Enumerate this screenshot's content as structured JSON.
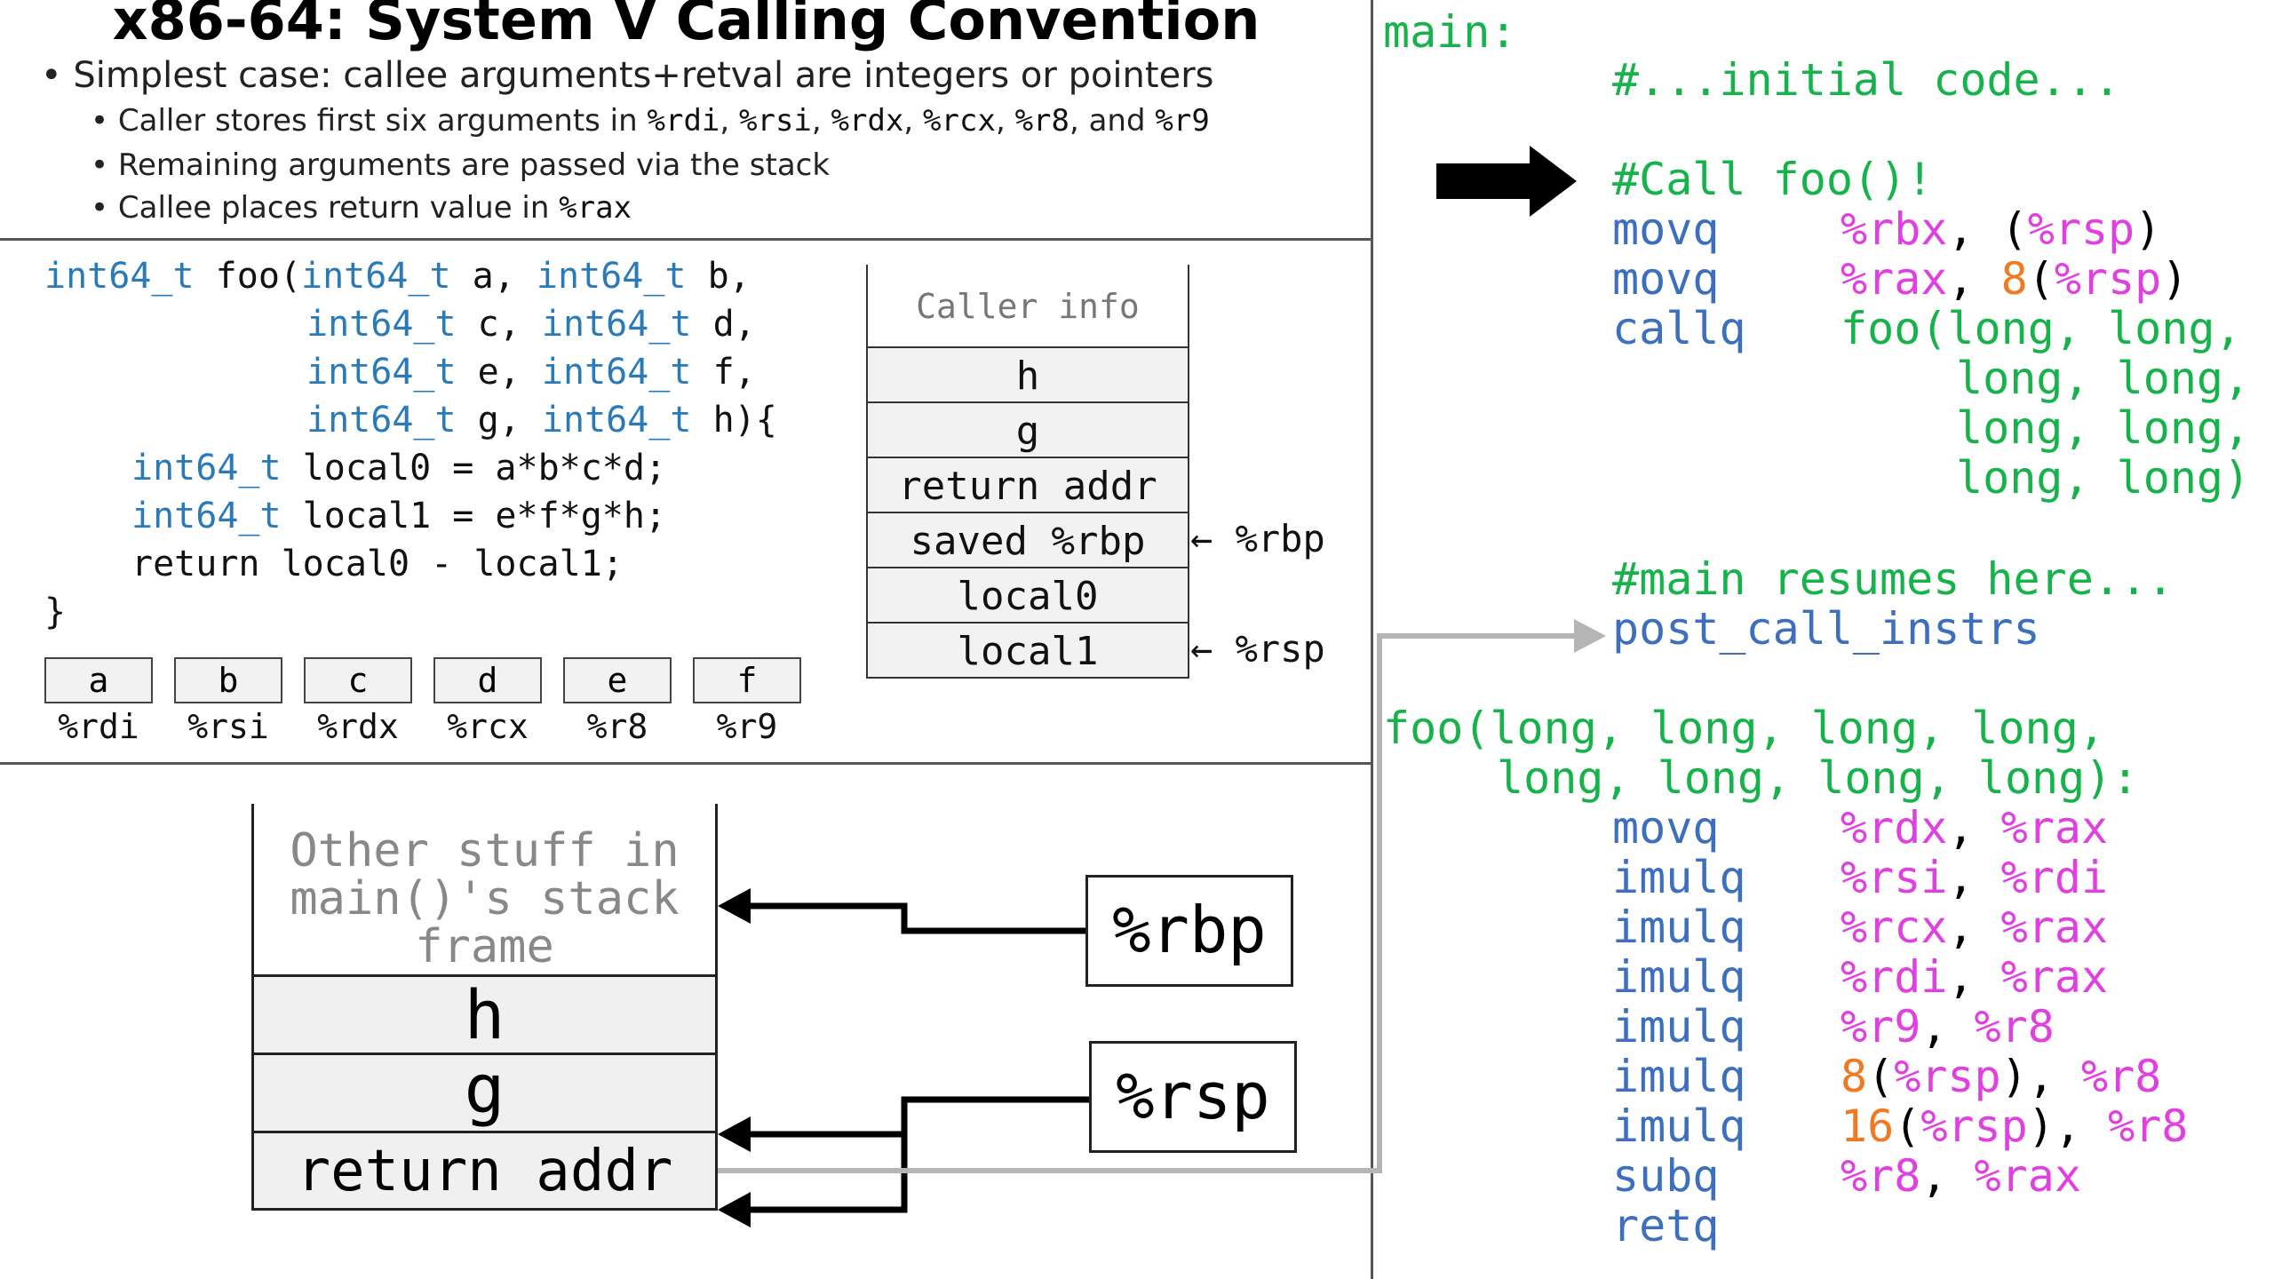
{
  "title": "x86-64: System V Calling Convention",
  "bullets": {
    "main": "Simplest case: callee arguments+retval are integers or pointers",
    "sub1_prefix": "Caller stores first six arguments in ",
    "sub1_regs": [
      "%rdi",
      "%rsi",
      "%rdx",
      "%rcx",
      "%r8",
      "%r9"
    ],
    "sub1_sep": ", ",
    "sub1_and": ", and ",
    "sub2": "Remaining arguments are passed via the stack",
    "sub3_prefix": "Callee places return value in ",
    "sub3_reg": "%rax"
  },
  "c_code": {
    "type": "int64_t",
    "l1_a": " foo(",
    "l1_b": " a, ",
    "l1_c": " b,",
    "l2_a": " c, ",
    "l2_b": " d,",
    "l3_a": " e, ",
    "l3_b": " f,",
    "l4_a": " g, ",
    "l4_b": " h){",
    "l5": " local0 = a*b*c*d;",
    "l6": " local1 = e*f*g*h;",
    "l7": "return local0 - local1;",
    "l8": "}"
  },
  "arg_registers": [
    {
      "arg": "a",
      "reg": "%rdi"
    },
    {
      "arg": "b",
      "reg": "%rsi"
    },
    {
      "arg": "c",
      "reg": "%rdx"
    },
    {
      "arg": "d",
      "reg": "%rcx"
    },
    {
      "arg": "e",
      "reg": "%r8"
    },
    {
      "arg": "f",
      "reg": "%r9"
    }
  ],
  "caller_stack": {
    "header": "Caller info",
    "slots": [
      "h",
      "g",
      "return addr",
      "saved %rbp",
      "local0",
      "local1"
    ],
    "rbp_label": "%rbp",
    "rsp_label": "%rsp",
    "arrow": "←"
  },
  "main_stack": {
    "top_text": [
      "Other stuff in",
      "main()'s stack",
      "frame"
    ],
    "slots": [
      "h",
      "g",
      "return addr"
    ],
    "rbp": "%rbp",
    "rsp": "%rsp"
  },
  "assembly": {
    "main_label": "main:",
    "initial": "#...initial code...",
    "call_comment": "#Call foo()!",
    "movq": "movq",
    "rbx": "%rbx",
    "rsp_open": "(",
    "rsp": "%rsp",
    "rsp_close": ")",
    "comma": ", ",
    "rax": "%rax",
    "eight": "8",
    "sixteen": "16",
    "callq": "callq",
    "call_sig": [
      "foo(long, long,",
      "long, long,",
      "long, long,",
      "long, long)"
    ],
    "resume_comment": "#main resumes here...",
    "post_call": "post_call_instrs",
    "foo_label": [
      "foo(long, long, long, long,",
      "long, long, long, long):"
    ],
    "foo_body": [
      {
        "op": "movq",
        "a": "%rdx",
        "b": "%rax"
      },
      {
        "op": "imulq",
        "a": "%rsi",
        "b": "%rdi"
      },
      {
        "op": "imulq",
        "a": "%rcx",
        "b": "%rax"
      },
      {
        "op": "imulq",
        "a": "%rdi",
        "b": "%rax"
      },
      {
        "op": "imulq",
        "a": "%r9",
        "b": "%r8"
      },
      {
        "op": "imulq",
        "off": "8",
        "a": "%rsp",
        "b": "%r8"
      },
      {
        "op": "imulq",
        "off": "16",
        "a": "%rsp",
        "b": "%r8"
      },
      {
        "op": "subq",
        "a": "%r8",
        "b": "%rax"
      },
      {
        "op": "retq"
      }
    ]
  },
  "colors": {
    "comment": "#16b24a",
    "opcode": "#3d6fbf",
    "register": "#e040e0",
    "immediate": "#f07a22",
    "c_keyword": "#2a7ab8"
  }
}
